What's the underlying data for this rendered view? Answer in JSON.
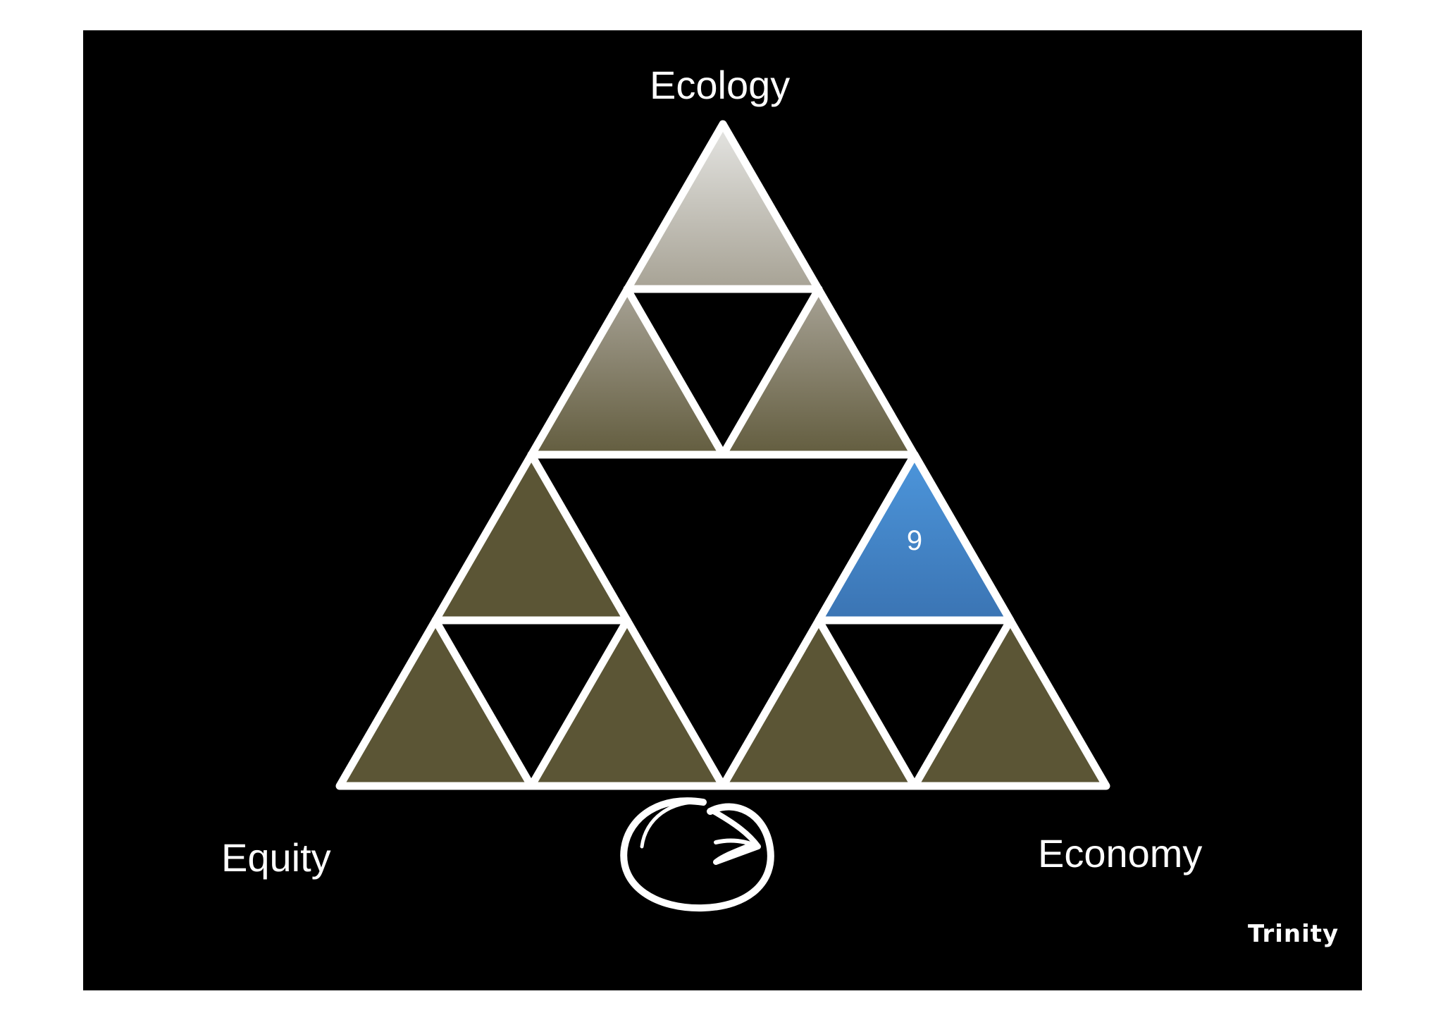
{
  "diagram": {
    "labels": {
      "top": "Ecology",
      "bottom_left": "Equity",
      "bottom_right": "Economy"
    },
    "highlight": {
      "number": "9",
      "color": "#3f83c8"
    },
    "colors": {
      "background": "#000000",
      "outline": "#ffffff",
      "fill_top": "#dedede",
      "fill_bottom": "#5b5535"
    }
  },
  "brand": {
    "logo_text": "Trinity"
  }
}
